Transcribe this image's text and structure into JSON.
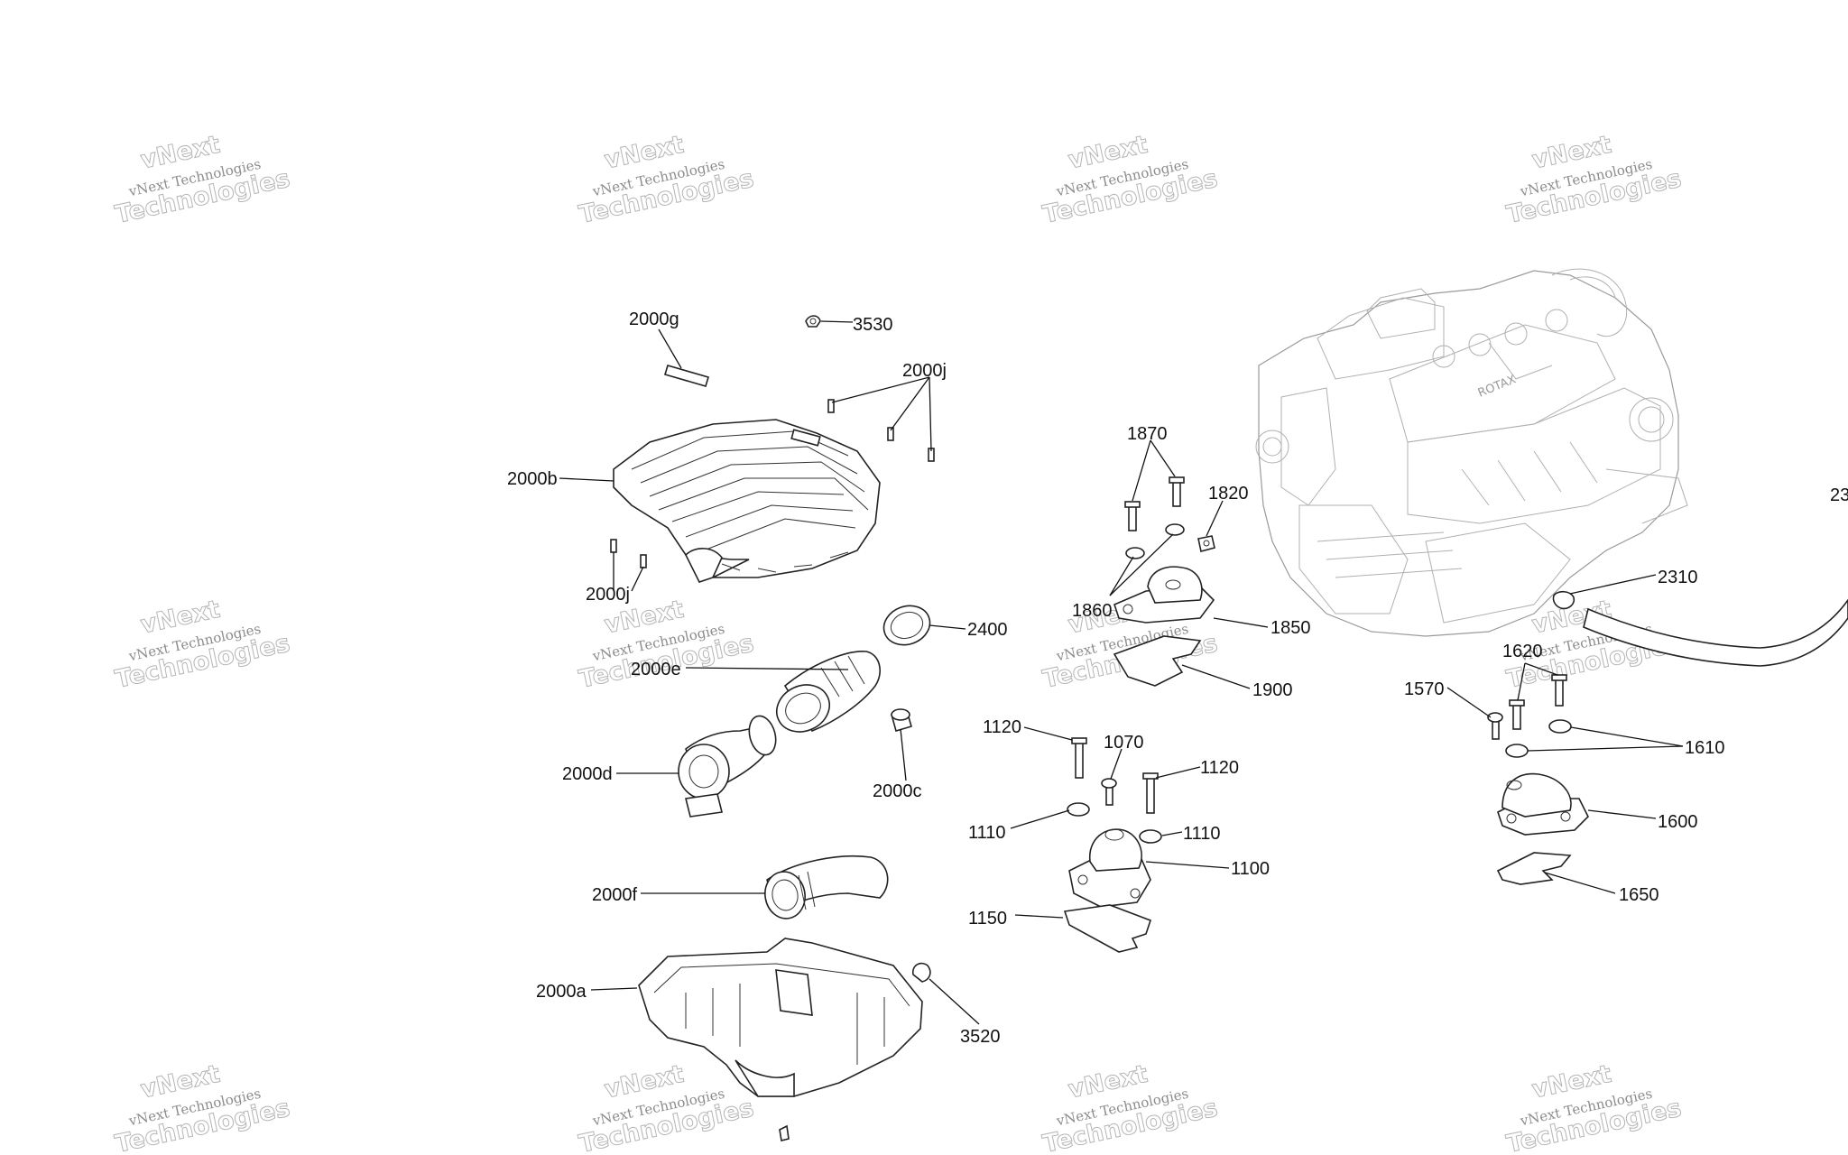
{
  "watermark": {
    "line1": "vNext Technologies",
    "line2": "vNext",
    "line3": "Technologies"
  },
  "callouts": [
    {
      "id": "2000g",
      "text": "2000g"
    },
    {
      "id": "3530",
      "text": "3530"
    },
    {
      "id": "2000j-top",
      "text": "2000j"
    },
    {
      "id": "2000b",
      "text": "2000b"
    },
    {
      "id": "2000j-bottom",
      "text": "2000j"
    },
    {
      "id": "2400",
      "text": "2400"
    },
    {
      "id": "2000e",
      "text": "2000e"
    },
    {
      "id": "2000d",
      "text": "2000d"
    },
    {
      "id": "2000c",
      "text": "2000c"
    },
    {
      "id": "2000f",
      "text": "2000f"
    },
    {
      "id": "2000a",
      "text": "2000a"
    },
    {
      "id": "3520",
      "text": "3520"
    },
    {
      "id": "1870",
      "text": "1870"
    },
    {
      "id": "1820",
      "text": "1820"
    },
    {
      "id": "1860",
      "text": "1860"
    },
    {
      "id": "1850",
      "text": "1850"
    },
    {
      "id": "1900",
      "text": "1900"
    },
    {
      "id": "1120-left",
      "text": "1120"
    },
    {
      "id": "1070",
      "text": "1070"
    },
    {
      "id": "1120-right",
      "text": "1120"
    },
    {
      "id": "1110-left",
      "text": "1110"
    },
    {
      "id": "1110-right",
      "text": "1110"
    },
    {
      "id": "1100",
      "text": "1100"
    },
    {
      "id": "1150",
      "text": "1150"
    },
    {
      "id": "2310",
      "text": "2310"
    },
    {
      "id": "1620",
      "text": "1620"
    },
    {
      "id": "1570",
      "text": "1570"
    },
    {
      "id": "1610",
      "text": "1610"
    },
    {
      "id": "1600",
      "text": "1600"
    },
    {
      "id": "1650",
      "text": "1650"
    },
    {
      "id": "23-clipped",
      "text": "23"
    }
  ]
}
